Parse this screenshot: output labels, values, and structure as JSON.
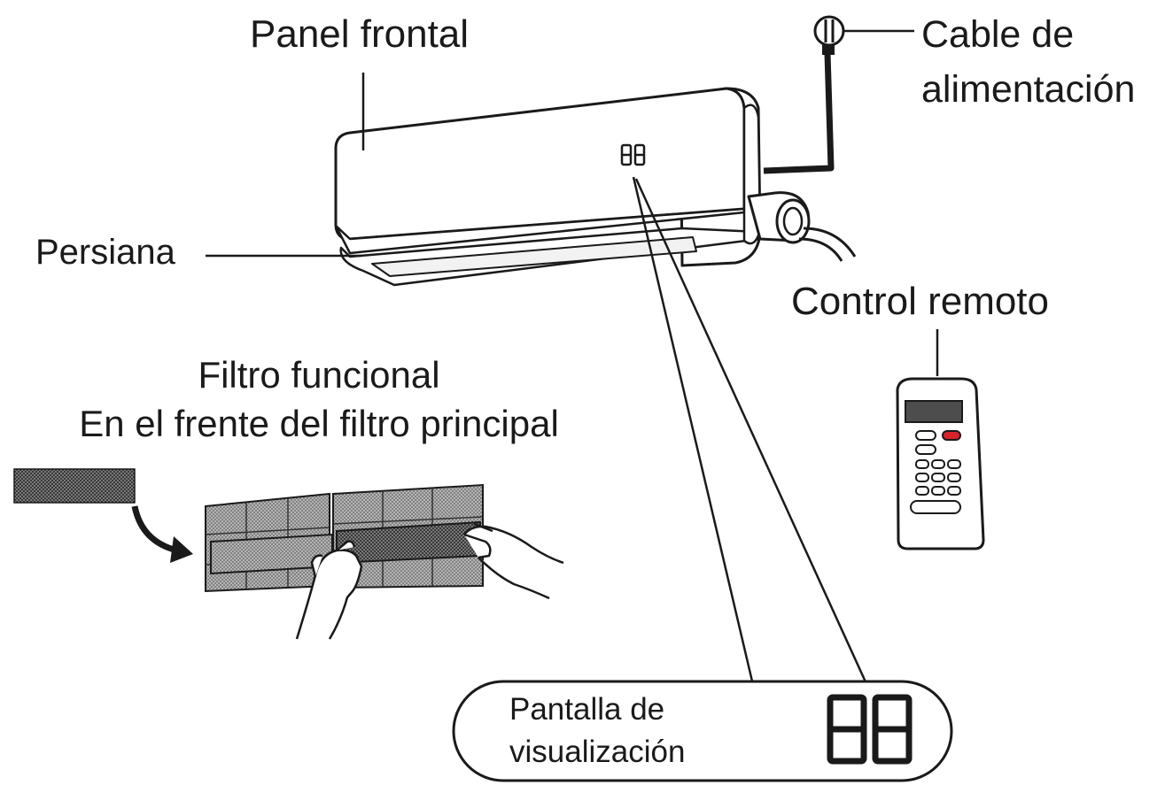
{
  "labels": {
    "panel_frontal": "Panel frontal",
    "cable_line1": "Cable de",
    "cable_line2": "alimentación",
    "persiana": "Persiana",
    "control_remoto": "Control remoto",
    "filtro_line1": "Filtro funcional",
    "filtro_line2": "En el frente del filtro principal",
    "pantalla_line1": "Pantalla de",
    "pantalla_line2": "visualización"
  },
  "unit_display_digits": "88",
  "big_display_digits": "88",
  "icons": {
    "unit": "air-conditioner-indoor-unit",
    "plug": "power-plug-icon",
    "remote": "remote-control-icon",
    "filter": "air-filter-icon",
    "hands": "hands-icon",
    "arrow": "curved-arrow-icon",
    "display": "seven-segment-display-icon"
  },
  "colors": {
    "line": "#1a1a1a",
    "filter_fill": "#8a8a8a",
    "remote_button_accent": "#d8232a"
  }
}
